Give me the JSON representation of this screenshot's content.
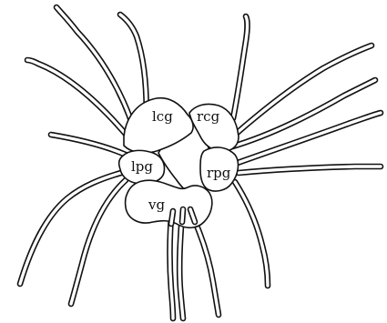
{
  "labels": {
    "lcg": "lcg",
    "rcg": "rcg",
    "lpg": "lpg",
    "rpg": "rpg",
    "vg": "vg"
  }
}
